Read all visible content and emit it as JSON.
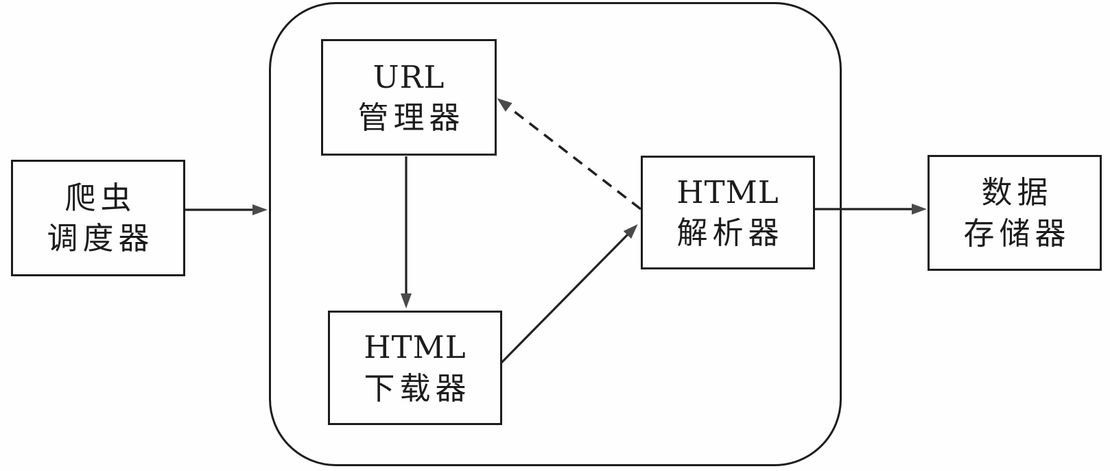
{
  "diagram": {
    "kind": "flowchart",
    "language": "zh-CN",
    "background_color": "#fefefe",
    "line_color": "#222222",
    "arrowhead_color": "#4a4a4a",
    "nodes": {
      "crawler_scheduler": {
        "line1": "爬虫",
        "line2": "调度器"
      },
      "url_manager": {
        "line1": "URL",
        "line2": "管理器"
      },
      "html_downloader": {
        "line1": "HTML",
        "line2": "下载器"
      },
      "html_parser": {
        "line1": "HTML",
        "line2": "解析器"
      },
      "data_storage": {
        "line1": "数据",
        "line2": "存储器"
      }
    },
    "container": {
      "contains": [
        "url_manager",
        "html_downloader",
        "html_parser"
      ]
    },
    "edges": [
      {
        "from": "crawler_scheduler",
        "to": "system_container",
        "style": "solid"
      },
      {
        "from": "url_manager",
        "to": "html_downloader",
        "style": "solid"
      },
      {
        "from": "html_downloader",
        "to": "html_parser",
        "style": "solid"
      },
      {
        "from": "html_parser",
        "to": "url_manager",
        "style": "dashed"
      },
      {
        "from": "html_parser",
        "to": "data_storage",
        "style": "solid"
      }
    ]
  }
}
